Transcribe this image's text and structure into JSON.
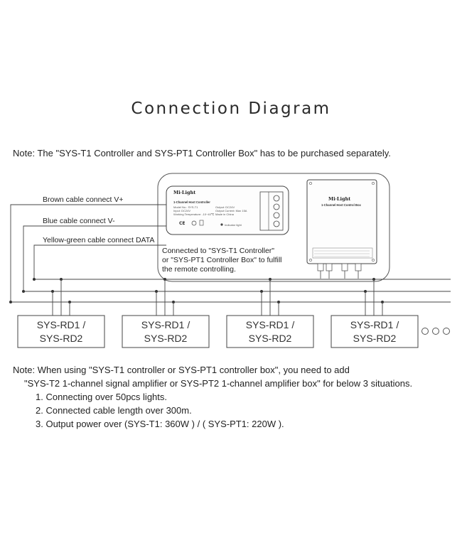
{
  "title": "Connection Diagram",
  "note_top": {
    "prefix": "Note",
    "text": ": The \"SYS-T1 Controller and SYS-PT1 Controller Box\" has to be purchased separately."
  },
  "wires": {
    "brown": "Brown cable connect V+",
    "blue": "Blue cable connect V-",
    "yellow_green": "Yellow-green cable connect DATA"
  },
  "controller_panel": {
    "caption_lines": [
      "Connected to \"SYS-T1 Controller\"",
      "or \"SYS-PT1 Controller Box\" to fulfill",
      "the remote controlling."
    ],
    "t1": {
      "brand": "Mi·Light",
      "name": "1-Channel Host Controller",
      "specs_left": [
        "Model No.: SYS-T1",
        "Input: DC24V",
        "Working Temperature: -10~40℃"
      ],
      "specs_right": [
        "Output: DC24V",
        "Output Current: Max 15A",
        "Made in China"
      ],
      "indicator": "Indicator light"
    },
    "pt1": {
      "brand": "Mi·Light",
      "name": "1-Channel Host Control Box"
    }
  },
  "devices": [
    {
      "line1": "SYS-RD1 /",
      "line2": "SYS-RD2"
    },
    {
      "line1": "SYS-RD1 /",
      "line2": "SYS-RD2"
    },
    {
      "line1": "SYS-RD1 /",
      "line2": "SYS-RD2"
    },
    {
      "line1": "SYS-RD1 /",
      "line2": "SYS-RD2"
    }
  ],
  "note_bottom": {
    "prefix": "Note",
    "line1": ": When using \"SYS-T1 controller or SYS-PT1 controller box\", you need to add",
    "line2": "\"SYS-T2 1-channel signal amplifier or SYS-PT2 1-channel amplifier box\" for below 3 situations.",
    "items": [
      "1. Connecting over 50pcs lights.",
      "2. Connected cable length over 300m.",
      "3. Output power over (SYS-T1: 360W ) / ( SYS-PT1: 220W )."
    ]
  }
}
